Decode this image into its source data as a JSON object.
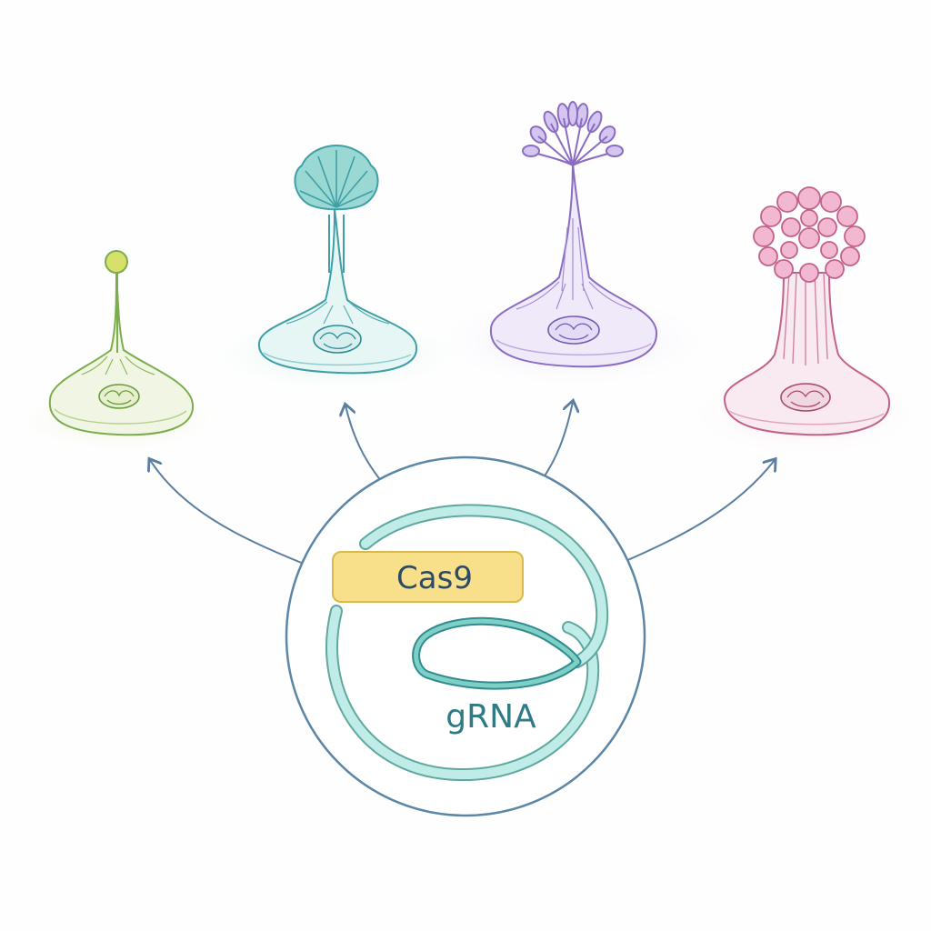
{
  "plasmid": {
    "cas9_label": "Cas9",
    "grna_label": "gRNA",
    "cas9_color": "#f8e08a",
    "backbone_color": "#7fd0c4",
    "circle_color": "#5b86a6"
  },
  "cells": [
    {
      "name": "green-cell",
      "color": "#7cad4c",
      "tip": "knob"
    },
    {
      "name": "teal-cell",
      "color": "#3f9fa6",
      "tip": "fan"
    },
    {
      "name": "purple-cell",
      "color": "#8a6cc4",
      "tip": "brush"
    },
    {
      "name": "pink-cell",
      "color": "#c2628a",
      "tip": "cluster"
    }
  ],
  "arrow_color": "#5b7fa0"
}
